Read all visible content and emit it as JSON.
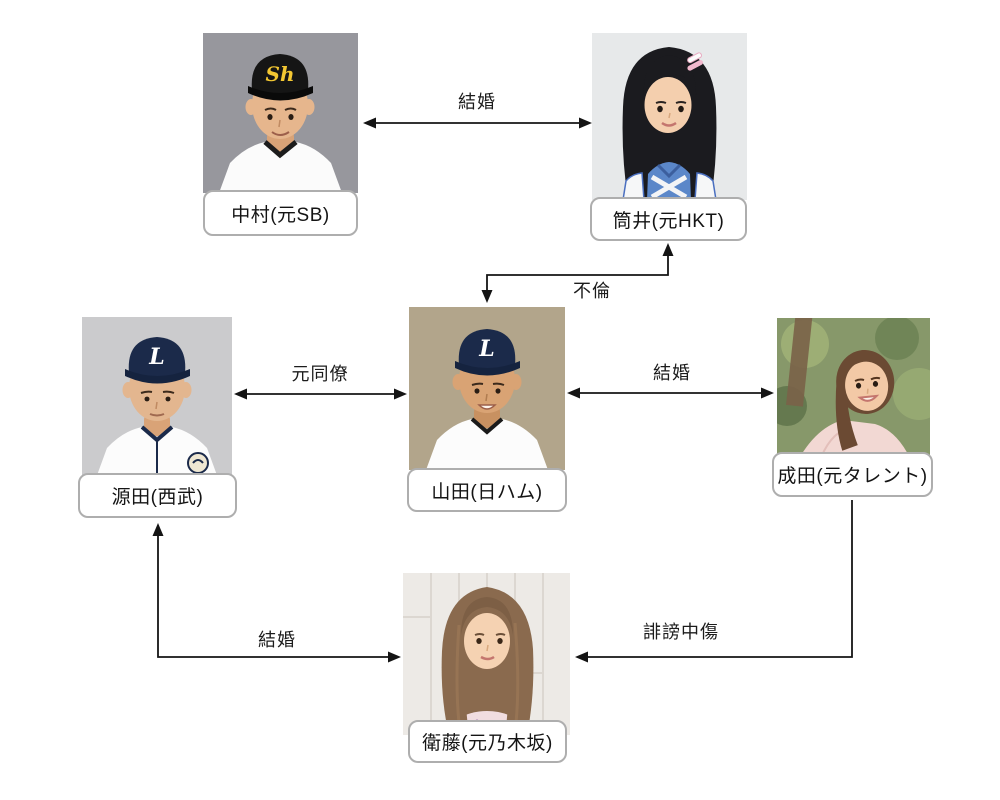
{
  "diagram": {
    "line_color": "#141414",
    "label_border_color": "#aeaeae",
    "people": {
      "nakamura": {
        "name": "中村(元SB)",
        "photo": {
          "desc": "baseball player, black SoftBank Hawks cap",
          "bg": "#97979d",
          "cap": "#151515",
          "cap_logo": "Sh",
          "cap_logo_color": "#f3c732",
          "jersey": "#fbfbfb",
          "trim": "#1c1c1c"
        }
      },
      "tsutsui": {
        "name": "筒井(元HKT)",
        "photo": {
          "desc": "idol, long black hair, pink hair clips, blue shirt",
          "bg": "#e7e9ea",
          "hair": "#1b1b1f",
          "top": "#5b87c9",
          "clip": "#f2b8cd"
        }
      },
      "genda": {
        "name": "源田(西武)",
        "photo": {
          "desc": "baseball player, navy Lions cap, white jersey",
          "bg": "#cbcbcd",
          "cap": "#1b2a4a",
          "cap_logo": "L",
          "cap_logo_color": "#ffffff",
          "jersey": "#fcfcfc",
          "trim": "#1b2a4a"
        }
      },
      "yamada": {
        "name": "山田(日ハム)",
        "photo": {
          "desc": "baseball player, navy Lions cap, tan background",
          "bg": "#b2a58b",
          "cap": "#1b2a4a",
          "cap_logo": "L",
          "cap_logo_color": "#ffffff",
          "jersey": "#fcfcfc",
          "trim": "#1a1a1a"
        }
      },
      "narita": {
        "name": "成田(元タレント)",
        "photo": {
          "desc": "smiling woman in park, brown hair, pink top",
          "bg": "#87986a",
          "hair": "#6b4a33",
          "top": "#f2d8d3"
        }
      },
      "eto": {
        "name": "衛藤(元乃木坂)",
        "photo": {
          "desc": "woman, long light-brown hair, white wood wall",
          "bg": "#edeae6",
          "hair": "#8a6a4e",
          "top": "#f1dde0"
        }
      }
    },
    "relationships": {
      "nakamura_tsutsui": {
        "label": "結婚",
        "type": "mutual"
      },
      "tsutsui_yamada": {
        "label": "不倫",
        "type": "mutual"
      },
      "genda_yamada": {
        "label": "元同僚",
        "type": "mutual"
      },
      "yamada_narita": {
        "label": "結婚",
        "type": "mutual"
      },
      "narita_eto": {
        "label": "誹謗中傷",
        "type": "one-way"
      },
      "eto_genda": {
        "label": "結婚",
        "type": "mutual"
      }
    }
  }
}
